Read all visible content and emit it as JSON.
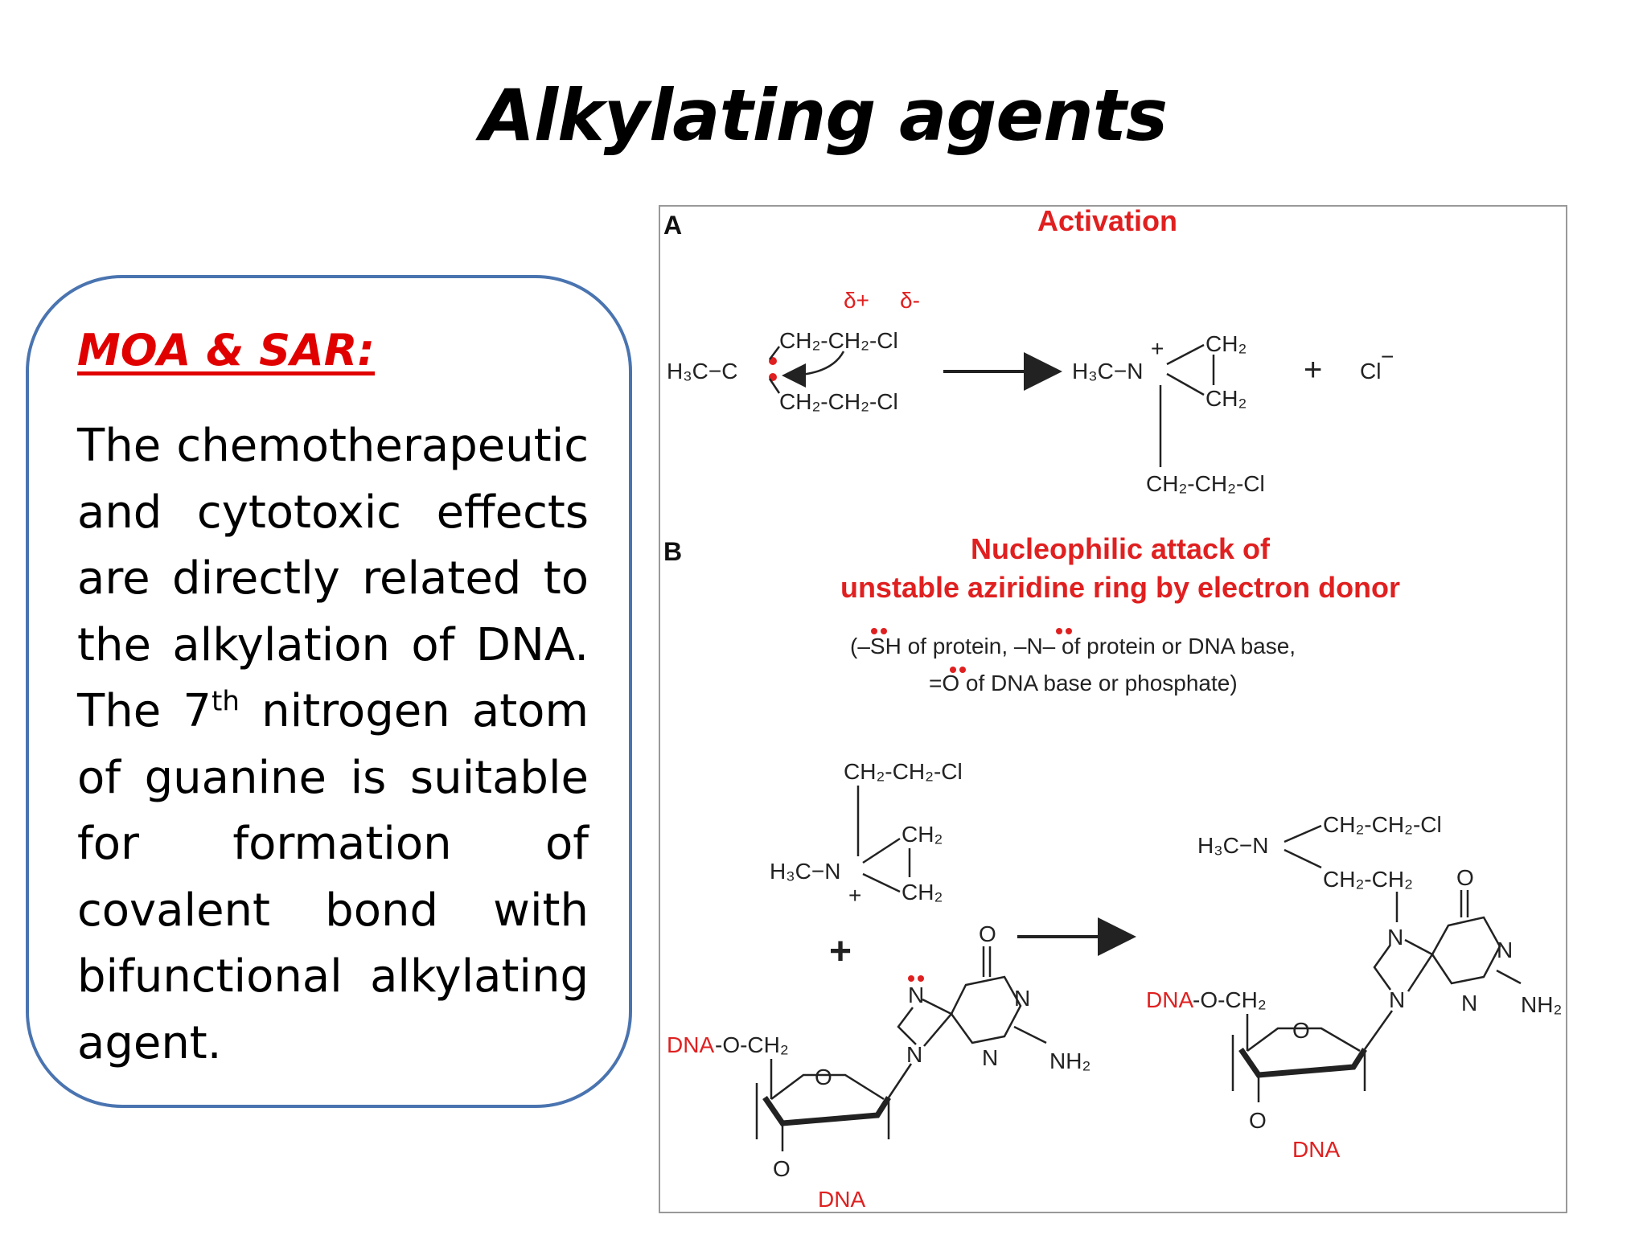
{
  "slide": {
    "title": "Alkylating agents"
  },
  "moa": {
    "heading": "MOA & SAR:",
    "text_part1": "The chemotherapeutic and cytotoxic effects are directly related to the alkylation of DNA. The 7",
    "text_sup": "th",
    "text_part2": " nitrogen atom of guanine is suitable for formation of covalent bond with bifunctional alkylating agent."
  },
  "figure": {
    "panel_a": {
      "label": "A",
      "title": "Activation",
      "delta_plus": "δ+",
      "delta_minus": "δ-",
      "reactant_h3c": "H₃C−C",
      "reactant_arm_top": "CH₂-CH₂-Cl",
      "reactant_arm_bottom": "CH₂-CH₂-Cl",
      "product_h3c": "H₃C−N",
      "product_ch2_top": "CH₂",
      "product_ch2_bottom": "CH₂",
      "product_plus_charge": "+",
      "product_chain": "CH₂-CH₂-Cl",
      "plus": "+",
      "chloride": "Cl",
      "chloride_charge": "−"
    },
    "panel_b": {
      "label": "B",
      "title_line1": "Nucleophilic attack of",
      "title_line2": "unstable aziridine ring by electron donor",
      "donor_line1": "(–SH of protein, –N– of protein or DNA base,",
      "donor_line2": "=O of DNA base or phosphate)",
      "aziridinium_chain": "CH₂-CH₂-Cl",
      "aziridinium_h3c": "H₃C−N",
      "aziridinium_ch2_top": "CH₂",
      "aziridinium_ch2_bottom": "CH₂",
      "aziridinium_charge": "+",
      "plus": "+",
      "dna_label": "DNA",
      "dna_o_ch2": "-O-CH₂",
      "sugar_o": "O",
      "o_label": "O",
      "n_label": "N",
      "nh2": "NH₂",
      "product_h3c": "H₃C−N",
      "product_chain_top": "CH₂-CH₂-Cl",
      "product_chain_link": "CH₂-CH₂"
    }
  }
}
